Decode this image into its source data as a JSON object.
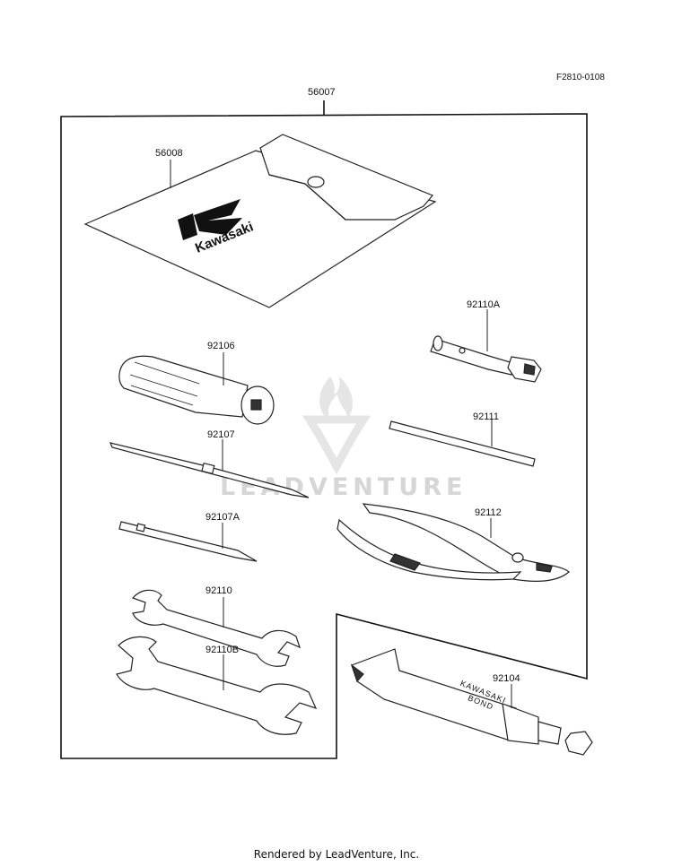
{
  "figure_code": "F2810-0108",
  "part_labels": {
    "p56007": "56007",
    "p56008": "56008",
    "p92110A": "92110A",
    "p92106": "92106",
    "p92111": "92111",
    "p92107": "92107",
    "p92107A": "92107A",
    "p92112": "92112",
    "p92110": "92110",
    "p92110B": "92110B",
    "p92104": "92104"
  },
  "logo_text": "Kawasaki",
  "tube_text": {
    "line1": "KAWASAKI",
    "line2": "BOND"
  },
  "watermark": "LEADVENTURE",
  "footer": "Rendered by LeadVenture, Inc."
}
